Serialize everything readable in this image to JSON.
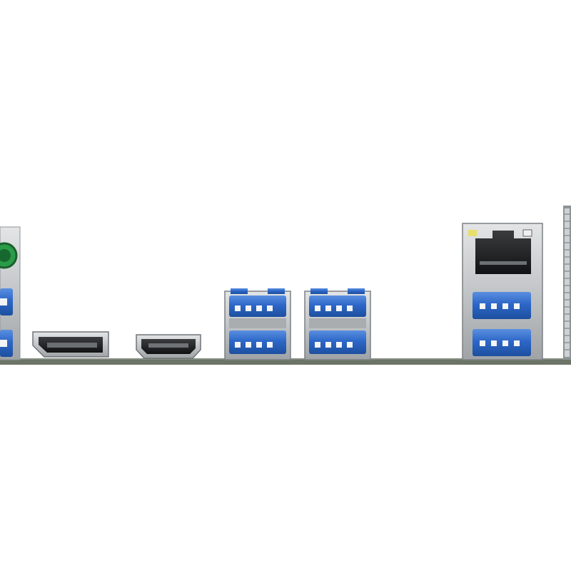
{
  "scene": {
    "background_color": "#ffffff",
    "board_color": "#6b7466",
    "shield_color": "#b9bcbd",
    "port_metal_color": "#c4c6c8",
    "usb3_blue": "#2d67c8",
    "green_connector_color": "#1f8a3b"
  },
  "ports": [
    {
      "name": "left-combo-usb-panel",
      "icon": "usb-icon",
      "color_ref": "usb3_blue"
    },
    {
      "name": "displayport",
      "icon": "displayport-icon"
    },
    {
      "name": "hdmi",
      "icon": "hdmi-icon"
    },
    {
      "name": "dual-usb3-stack-1",
      "icon": "usb-icon",
      "color_ref": "usb3_blue"
    },
    {
      "name": "dual-usb3-stack-2",
      "icon": "usb-icon",
      "color_ref": "usb3_blue"
    },
    {
      "name": "rj45-usb3-combo",
      "icon": "ethernet-icon",
      "color_ref": "usb3_blue"
    },
    {
      "name": "right-edge-connector",
      "icon": "connector-icon"
    }
  ]
}
